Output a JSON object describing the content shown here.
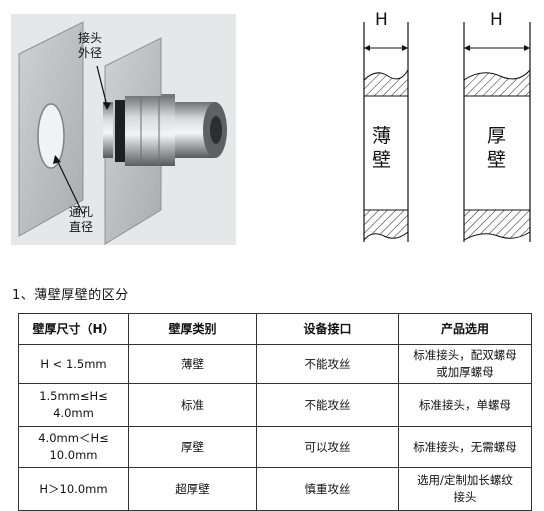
{
  "figure": {
    "callout_od": [
      "接头",
      "外径"
    ],
    "callout_hole": [
      "通孔",
      "直径"
    ]
  },
  "diagrams": [
    {
      "dim_label": "H",
      "wall_label": [
        "薄",
        "壁"
      ]
    },
    {
      "dim_label": "H",
      "wall_label": [
        "厚",
        "壁"
      ]
    }
  ],
  "section": {
    "heading": "1、薄壁厚壁的区分"
  },
  "table": {
    "headers": [
      "壁厚尺寸（H）",
      "壁厚类别",
      "设备接口",
      "产品选用"
    ],
    "rows": [
      {
        "size": [
          "H < 1.5mm"
        ],
        "category": "薄壁",
        "interface": "不能攻丝",
        "selection": [
          "标准接头，配双螺母",
          "或加厚螺母"
        ]
      },
      {
        "size": [
          "1.5mm≤H≤",
          "4.0mm"
        ],
        "category": "标准",
        "interface": "不能攻丝",
        "selection": [
          "标准接头，单螺母"
        ]
      },
      {
        "size": [
          "4.0mm＜H≤",
          "10.0mm"
        ],
        "category": "厚壁",
        "interface": "可以攻丝",
        "selection": [
          "标准接头，无需螺母"
        ]
      },
      {
        "size": [
          "H＞10.0mm"
        ],
        "category": "超厚壁",
        "interface": "慎重攻丝",
        "selection": [
          "选用/定制加长螺纹",
          "接头"
        ]
      }
    ]
  }
}
